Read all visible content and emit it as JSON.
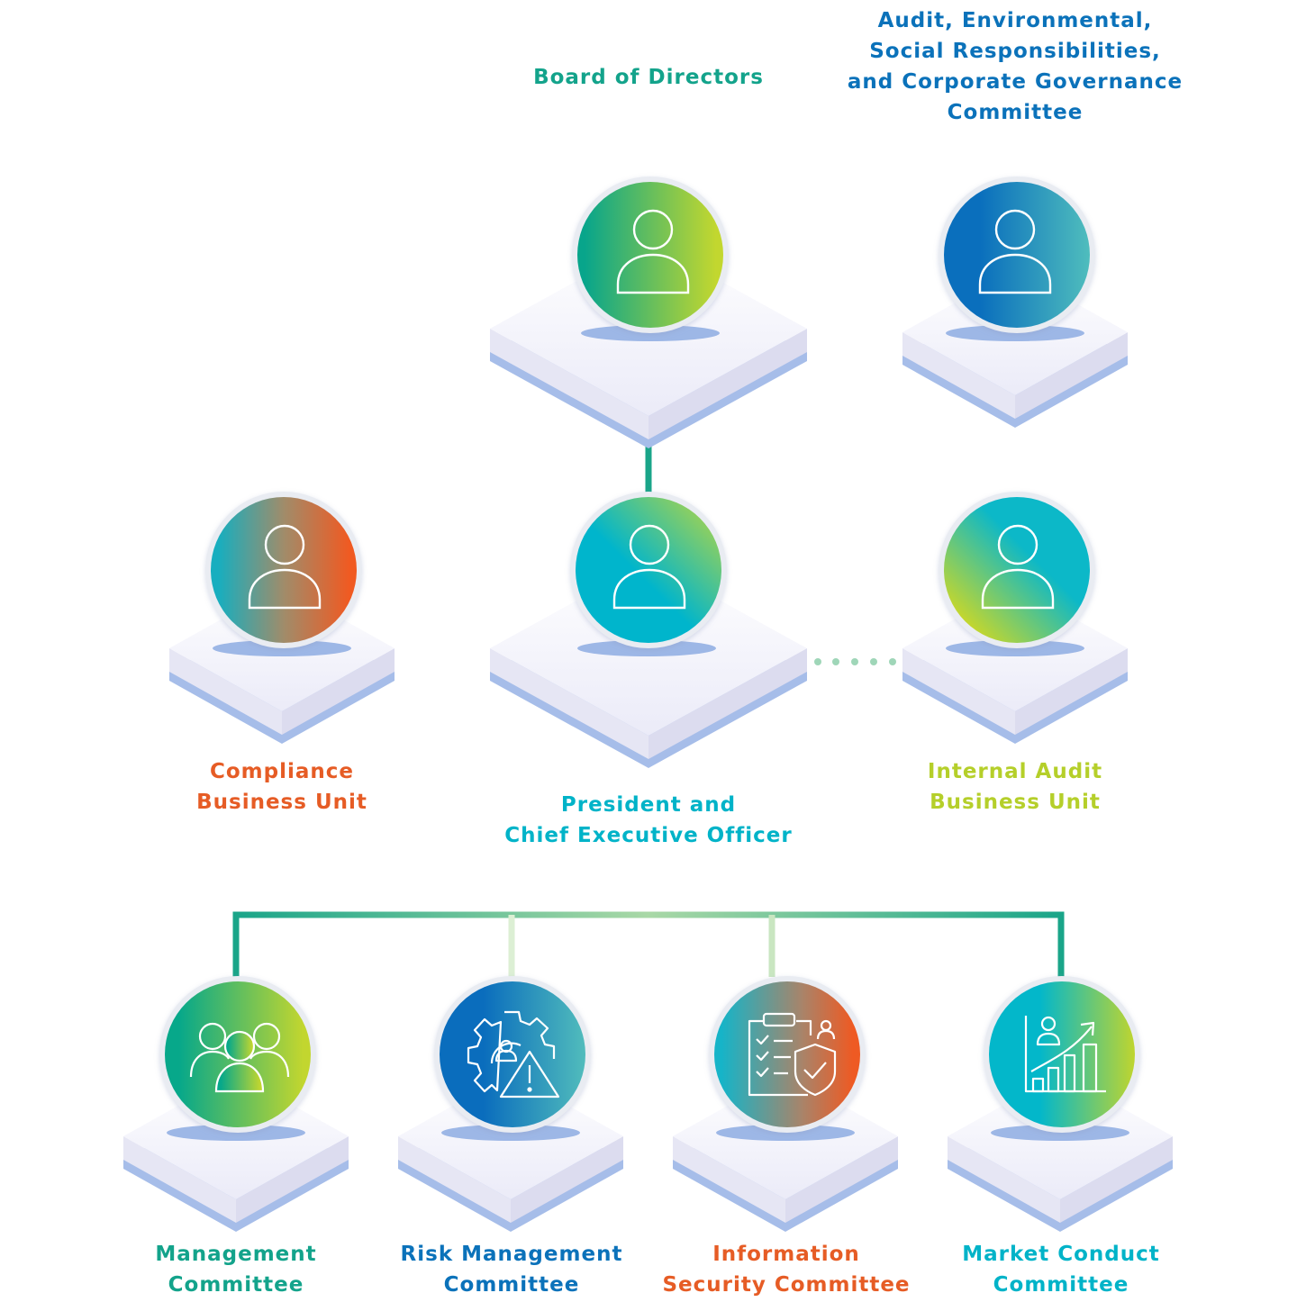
{
  "colors": {
    "green": "#13a38b",
    "blue": "#0b72ba",
    "orange": "#e65c25",
    "lime": "#b5cf2a",
    "teal": "#00b3c8",
    "line": "#1aa589",
    "platform": "#eeeef9",
    "platform_shadow": "#a6bde9"
  },
  "nodes": {
    "board": {
      "lines": [
        "Board of Directors"
      ],
      "icon": "person-icon"
    },
    "audit_committee": {
      "lines": [
        "Audit, Environmental,",
        "Social Responsibilities,",
        "and Corporate Governance",
        "Committee"
      ],
      "icon": "person-icon"
    },
    "compliance": {
      "lines": [
        "Compliance",
        "Business Unit"
      ],
      "icon": "person-icon"
    },
    "ceo": {
      "lines": [
        "President and",
        "Chief Executive Officer"
      ],
      "icon": "person-icon"
    },
    "internal_audit": {
      "lines": [
        "Internal Audit",
        "Business Unit"
      ],
      "icon": "person-icon"
    },
    "management": {
      "lines": [
        "Management",
        "Committee"
      ],
      "icon": "group-icon"
    },
    "risk": {
      "lines": [
        "Risk Management",
        "Committee"
      ],
      "icon": "risk-gear-warning-icon"
    },
    "infosec": {
      "lines": [
        "Information",
        "Security Committee"
      ],
      "icon": "clipboard-shield-icon"
    },
    "market": {
      "lines": [
        "Market Conduct",
        "Committee"
      ],
      "icon": "growth-chart-icon"
    }
  }
}
